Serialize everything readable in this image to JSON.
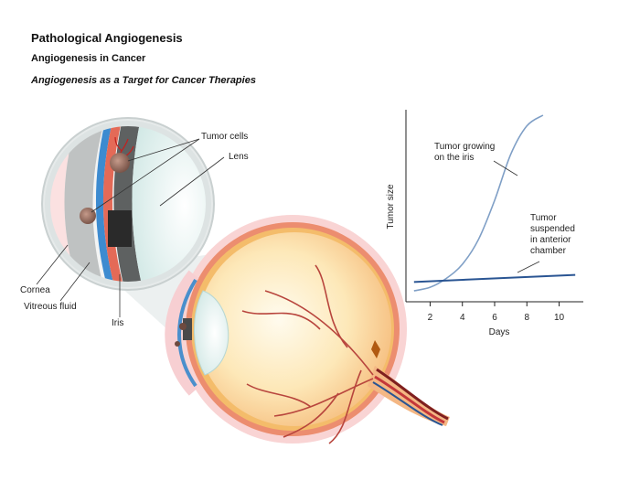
{
  "header": {
    "title": "Pathological Angiogenesis",
    "subtitle": "Angiogenesis in Cancer",
    "caption": "Angiogenesis as a Target for Cancer Therapies"
  },
  "eye_labels": {
    "tumor_cells": "Tumor cells",
    "lens": "Lens",
    "cornea": "Cornea",
    "vitreous": "Vitreous fluid",
    "iris": "Iris"
  },
  "chart_data": {
    "type": "line",
    "xlabel": "Days",
    "ylabel": "Tumor size",
    "xticks": [
      2,
      4,
      6,
      8,
      10
    ],
    "xlim": [
      0.5,
      11.5
    ],
    "ylim": [
      0,
      100
    ],
    "series": [
      {
        "name": "Tumor growing on the iris",
        "name_lines": [
          "Tumor growing",
          "on the iris"
        ],
        "color": "#7f9fc6",
        "x": [
          1,
          2,
          3,
          4,
          5,
          6,
          7,
          8,
          9
        ],
        "y": [
          1,
          3,
          8,
          16,
          30,
          52,
          78,
          94,
          100
        ]
      },
      {
        "name": "Tumor suspended in anterior chamber",
        "name_lines": [
          "Tumor",
          "suspended",
          "in anterior",
          "chamber"
        ],
        "color": "#2a5593",
        "x": [
          1,
          11
        ],
        "y": [
          6,
          10
        ]
      }
    ]
  }
}
